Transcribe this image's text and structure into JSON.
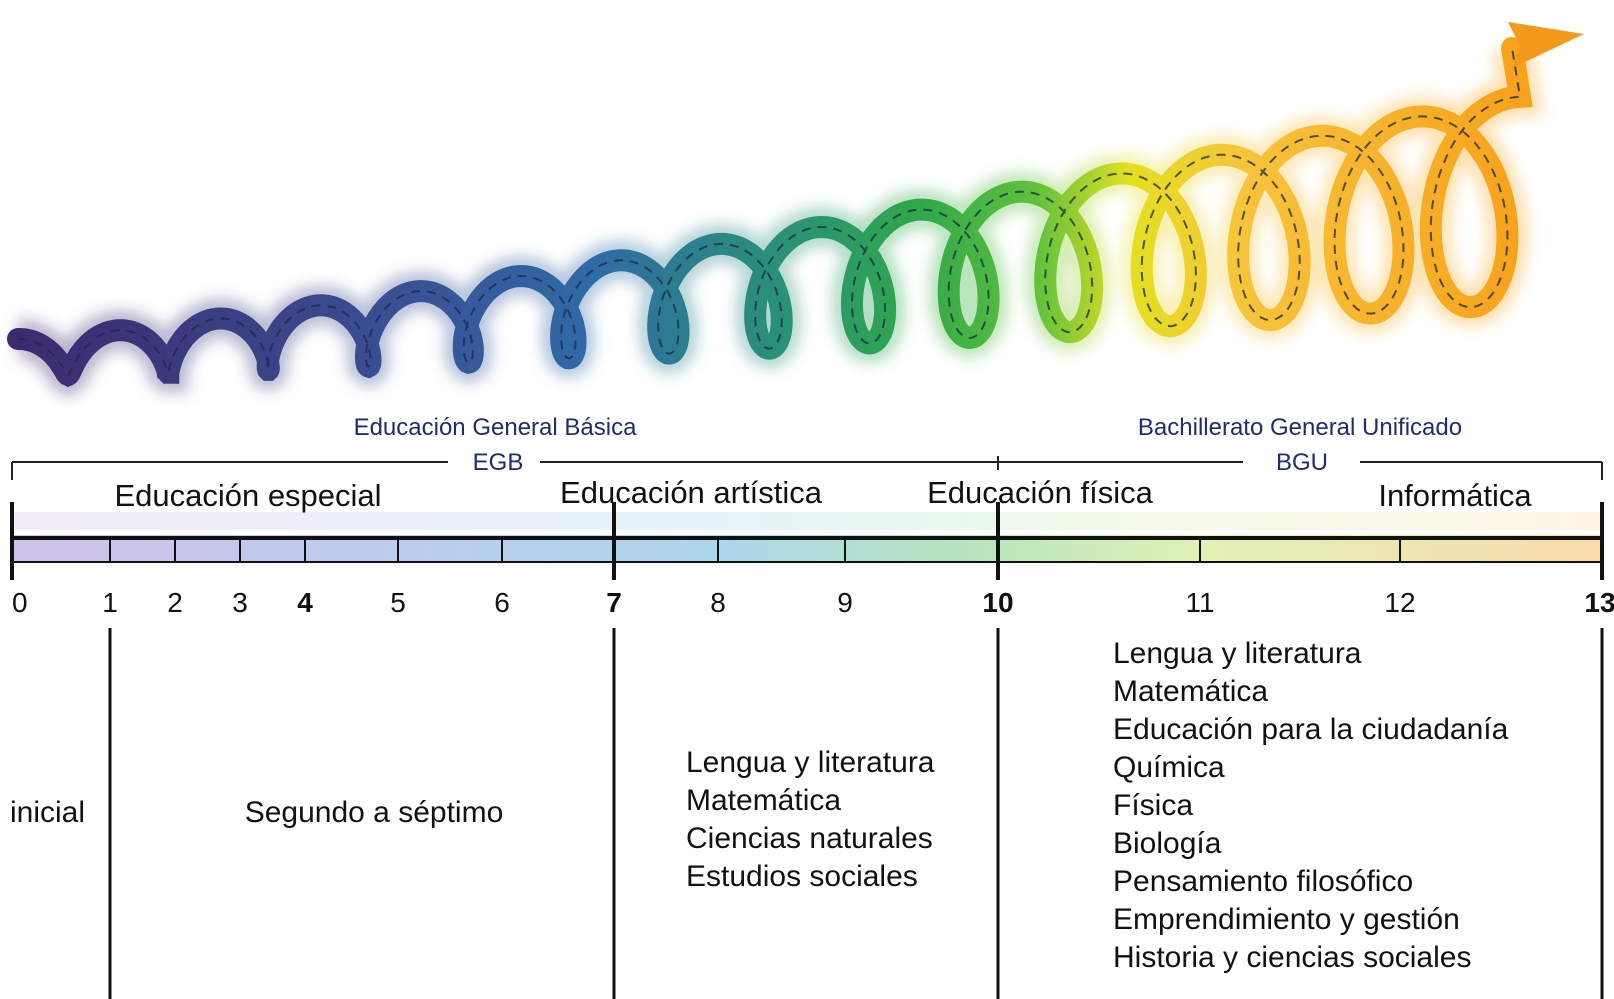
{
  "groups": {
    "egb": {
      "title": "Educación General Básica",
      "abbr": "EGB",
      "color": "#1f2d6b"
    },
    "bgu": {
      "title": "Bachillerato General Unificado",
      "abbr": "BGU",
      "color": "#1f2d6b"
    }
  },
  "cross_subjects": [
    "Educación especial",
    "Educación artística",
    "Educación física",
    "Informática"
  ],
  "ticks": [
    {
      "label": "0",
      "value": 0,
      "major": false
    },
    {
      "label": "1",
      "value": 1,
      "major": false
    },
    {
      "label": "2",
      "value": 2,
      "major": false
    },
    {
      "label": "3",
      "value": 3,
      "major": false
    },
    {
      "label": "4",
      "value": 4,
      "major": true
    },
    {
      "label": "5",
      "value": 5,
      "major": false
    },
    {
      "label": "6",
      "value": 6,
      "major": false
    },
    {
      "label": "7",
      "value": 7,
      "major": true
    },
    {
      "label": "8",
      "value": 8,
      "major": false
    },
    {
      "label": "9",
      "value": 9,
      "major": false
    },
    {
      "label": "10",
      "value": 10,
      "major": true
    },
    {
      "label": "11",
      "value": 11,
      "major": false
    },
    {
      "label": "12",
      "value": 12,
      "major": false
    },
    {
      "label": "13",
      "value": 13,
      "major": true
    }
  ],
  "sections": {
    "inicial": "inicial",
    "segundo": "Segundo a séptimo",
    "subjects_7_10": [
      "Lengua y literatura",
      "Matemática",
      "Ciencias naturales",
      "Estudios sociales"
    ],
    "subjects_10_13": [
      "Lengua y literatura",
      "Matemática",
      "Educación para la ciudadanía",
      "Química",
      "Física",
      "Biología",
      "Pensamiento filosófico",
      "Emprendimiento y gestión",
      "Historia y ciencias sociales"
    ]
  },
  "colors": {
    "spiral_start": "#3d2a6e",
    "spiral_blue": "#2f5f9e",
    "spiral_green": "#2fa84a",
    "spiral_yellow": "#e3e021",
    "spiral_orange": "#f7a21b",
    "arrow_orange": "#f39a1a"
  }
}
